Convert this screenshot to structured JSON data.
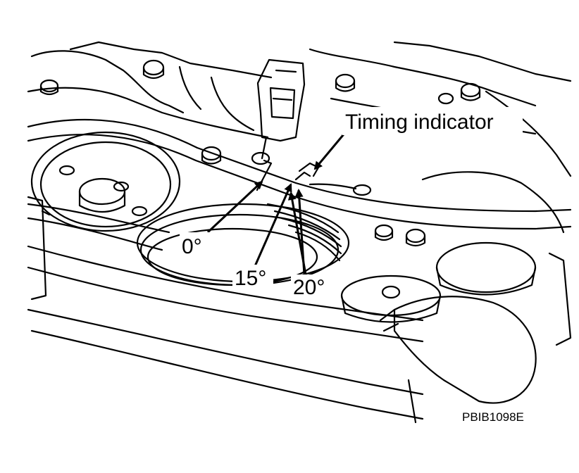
{
  "figure": {
    "callouts": {
      "timing_indicator": "Timing indicator",
      "zero_deg": "0°",
      "fifteen_deg": "15°",
      "twenty_deg": "20°"
    },
    "figure_code": "PBIB1098E"
  }
}
